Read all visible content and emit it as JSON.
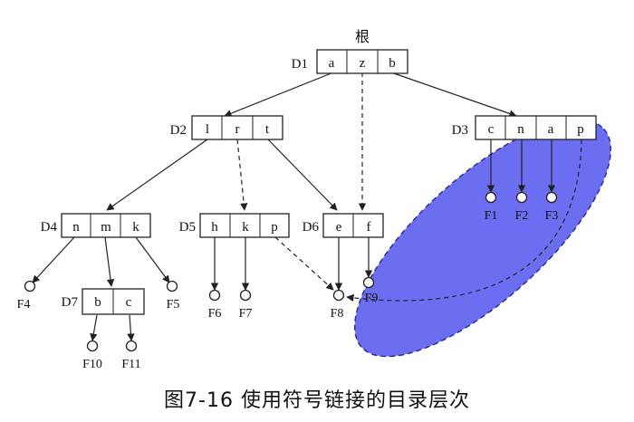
{
  "caption": "图7-16 使用符号链接的目录层次",
  "root_label": "根",
  "colors": {
    "ellipse_fill": "#6b6ef0",
    "ellipse_stroke": "#3a3db8",
    "line": "#222222"
  },
  "nodes": {
    "D1": {
      "label": "D1",
      "cells": [
        "a",
        "z",
        "b"
      ]
    },
    "D2": {
      "label": "D2",
      "cells": [
        "l",
        "r",
        "t"
      ]
    },
    "D3": {
      "label": "D3",
      "cells": [
        "c",
        "n",
        "a",
        "p"
      ]
    },
    "D4": {
      "label": "D4",
      "cells": [
        "n",
        "m",
        "k"
      ]
    },
    "D5": {
      "label": "D5",
      "cells": [
        "h",
        "k",
        "p"
      ]
    },
    "D6": {
      "label": "D6",
      "cells": [
        "e",
        "f"
      ]
    },
    "D7": {
      "label": "D7",
      "cells": [
        "b",
        "c"
      ]
    }
  },
  "files": [
    "F1",
    "F2",
    "F3",
    "F4",
    "F5",
    "F6",
    "F7",
    "F8",
    "F9",
    "F10",
    "F11"
  ]
}
